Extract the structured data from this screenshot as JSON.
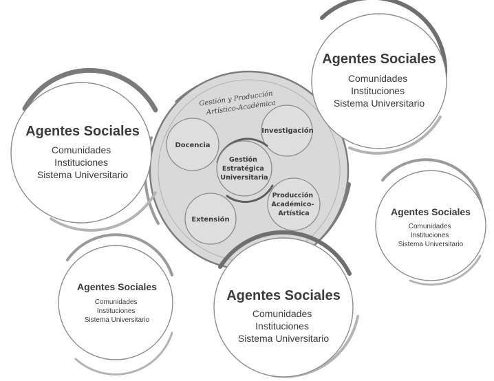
{
  "center": {
    "heading_lines": [
      "Gestión y Producción",
      "Artístico-Académica"
    ],
    "core_lines": [
      "Gestión",
      "Estratégica",
      "Universitaria"
    ],
    "nodes": [
      {
        "id": "docencia",
        "lines": [
          "Docencia"
        ]
      },
      {
        "id": "investigacion",
        "lines": [
          "Investigación"
        ]
      },
      {
        "id": "produccion",
        "lines": [
          "Producción",
          "Académico-",
          "Artística"
        ]
      },
      {
        "id": "extension",
        "lines": [
          "Extensión"
        ]
      }
    ]
  },
  "agents": [
    {
      "id": "top-right",
      "title": "Agentes Sociales",
      "lines": [
        "Comunidades",
        "Instituciones",
        "Sistema Universitario"
      ]
    },
    {
      "id": "left",
      "title": "Agentes Sociales",
      "lines": [
        "Comunidades",
        "Instituciones",
        "Sistema Universitario"
      ]
    },
    {
      "id": "right",
      "title": "Agentes Sociales",
      "lines": [
        "Comunidades",
        "Instituciones",
        "Sistema Universitario"
      ]
    },
    {
      "id": "bottom-left",
      "title": "Agentes Sociales",
      "lines": [
        "Comunidades",
        "Instituciones",
        "Sistema Universitario"
      ]
    },
    {
      "id": "bottom",
      "title": "Agentes Sociales",
      "lines": [
        "Comunidades",
        "Instituciones",
        "Sistema Universitario"
      ]
    }
  ],
  "colors": {
    "hub_fill": "#d9d9d9",
    "ring": "#8c8c8c",
    "arc_dark": "#6f6f6f",
    "arc_light": "#b4b4b4",
    "text": "#3b3b3b"
  }
}
